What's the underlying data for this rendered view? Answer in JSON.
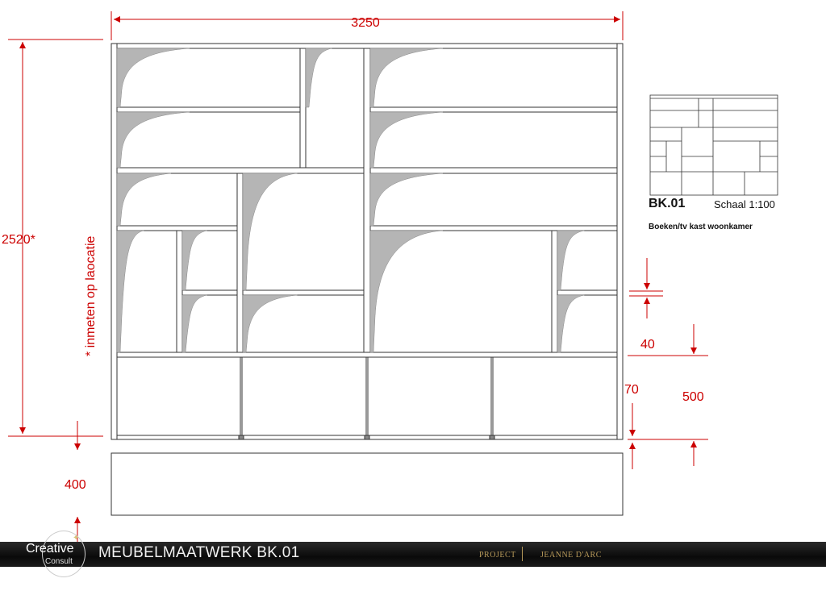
{
  "dimensions": {
    "width": "3250",
    "height": "2520*",
    "plinth": "400",
    "shelf_thickness": "40",
    "gap": "70",
    "lower_height": "500",
    "note": "* inmeten op laocatie"
  },
  "thumbnail": {
    "ref": "BK.01",
    "scale": "Schaal 1:100",
    "description": "Boeken/tv kast woonkamer"
  },
  "footer": {
    "title": "MEUBELMAATWERK BK.01",
    "project_label": "PROJECT",
    "client": "JEANNE D'ARC"
  },
  "logo": {
    "brand": "Creative",
    "sub": "Consult",
    "star_icon": "star-icon"
  },
  "colors": {
    "dimension": "#cc0000",
    "line": "#333333",
    "shadow": "#b5b5b5",
    "footer_accent": "#b89a5a"
  }
}
